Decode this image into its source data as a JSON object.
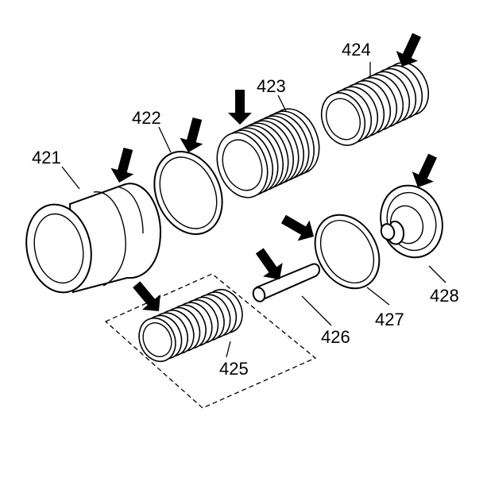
{
  "labels": {
    "p421": "421",
    "p422": "422",
    "p423": "423",
    "p424": "424",
    "p425": "425",
    "p426": "426",
    "p427": "427",
    "p428": "428"
  },
  "colors": {
    "ink": "#000000",
    "paper": "#ffffff"
  },
  "icons": {
    "callout": "arrow-icon"
  }
}
